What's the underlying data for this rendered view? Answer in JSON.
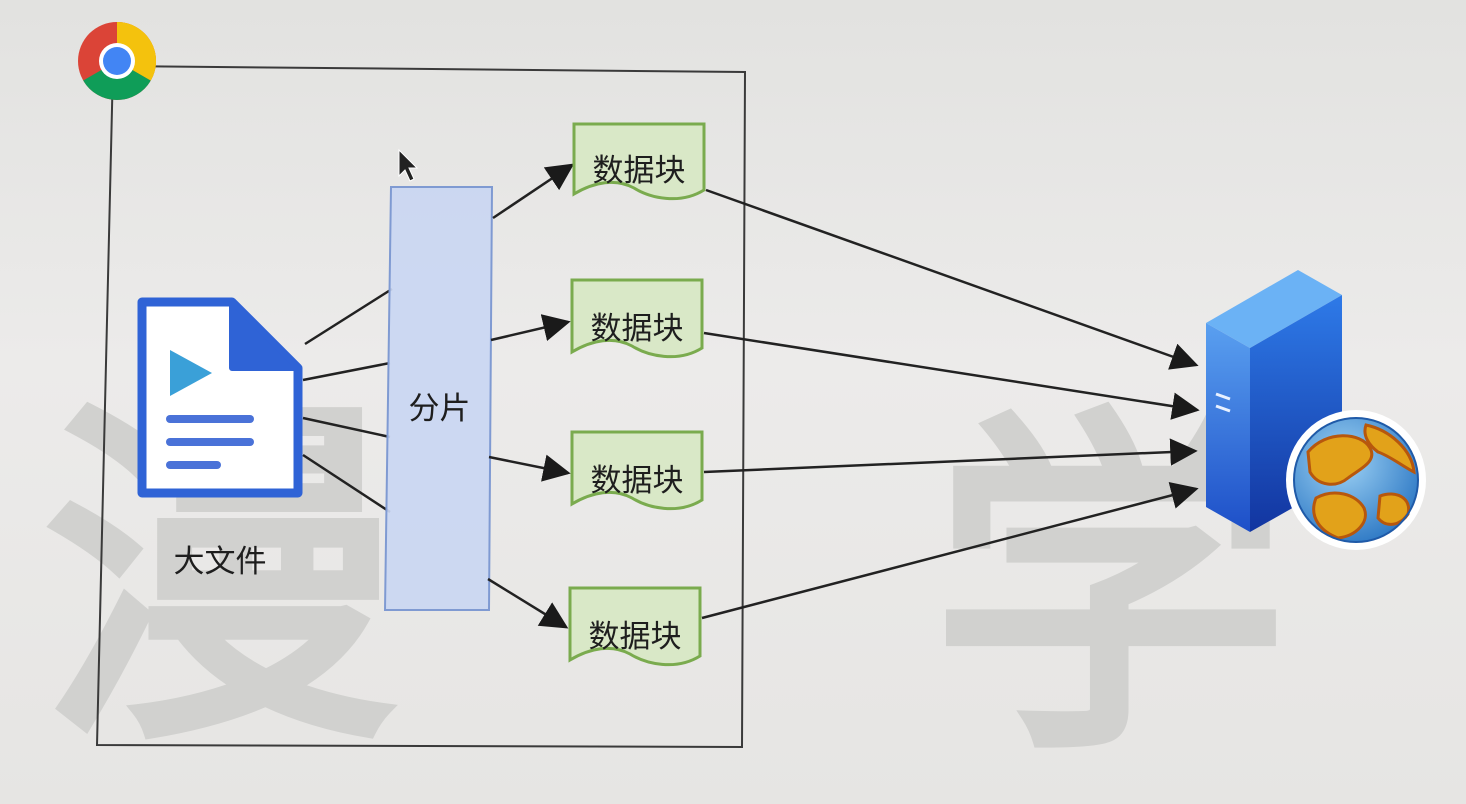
{
  "diagram": {
    "source_label": "大文件",
    "slice_label": "分片",
    "chunks": [
      "数据块",
      "数据块",
      "数据块",
      "数据块"
    ]
  },
  "watermark": {
    "left": "漫",
    "right": "学"
  },
  "colors": {
    "file_blue": "#2f63d6",
    "slice_fill": "#c9d6f2",
    "slice_border": "#7f9ad2",
    "chunk_fill": "#d9e8c7",
    "chunk_border": "#7aab4e",
    "server_blue": "#2f6fe0",
    "browser_frame": "#3a3a3a"
  },
  "icons": [
    "chrome-icon",
    "file-icon",
    "server-icon",
    "globe-icon",
    "mouse-cursor-icon"
  ]
}
